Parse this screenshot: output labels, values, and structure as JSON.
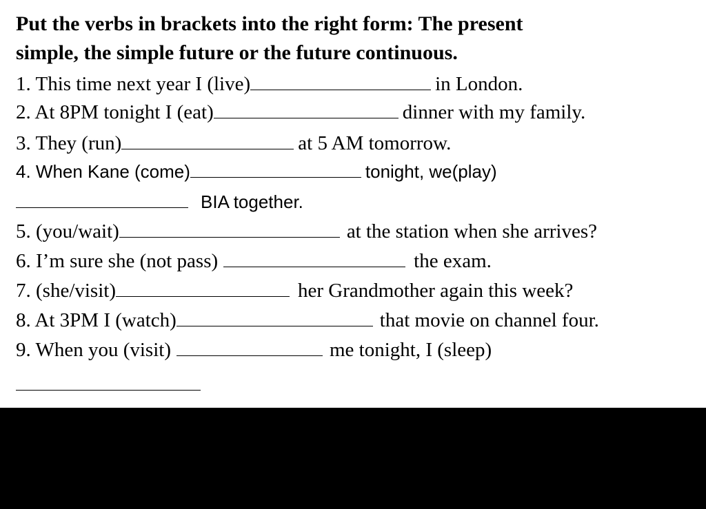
{
  "title_line1": "Put the verbs in brackets into the right form: The present",
  "title_line2": "simple, the simple future or the future continuous.",
  "items": [
    {
      "before": "1. This time next year I (live)",
      "after": "in London."
    },
    {
      "before": "2. At 8PM tonight I (eat)",
      "after": "dinner with my family."
    },
    {
      "before": "3. They (run)",
      "after": "at 5 AM tomorrow."
    },
    {
      "before": "4. When Kane (come)",
      "after": "tonight, we(play)"
    },
    {
      "before": "",
      "after": "BIA together."
    },
    {
      "before": "5. (you/wait)",
      "after": "at the station when she arrives?"
    },
    {
      "before": "6. I’m sure she (not pass)",
      "after": "the exam."
    },
    {
      "before": "7. (she/visit)",
      "after": "her Grandmother again this week?"
    },
    {
      "before": "8. At 3PM I (watch)",
      "after": "that movie on channel four."
    },
    {
      "before": "9. When you (visit)",
      "after": "me tonight, I (sleep)"
    }
  ]
}
